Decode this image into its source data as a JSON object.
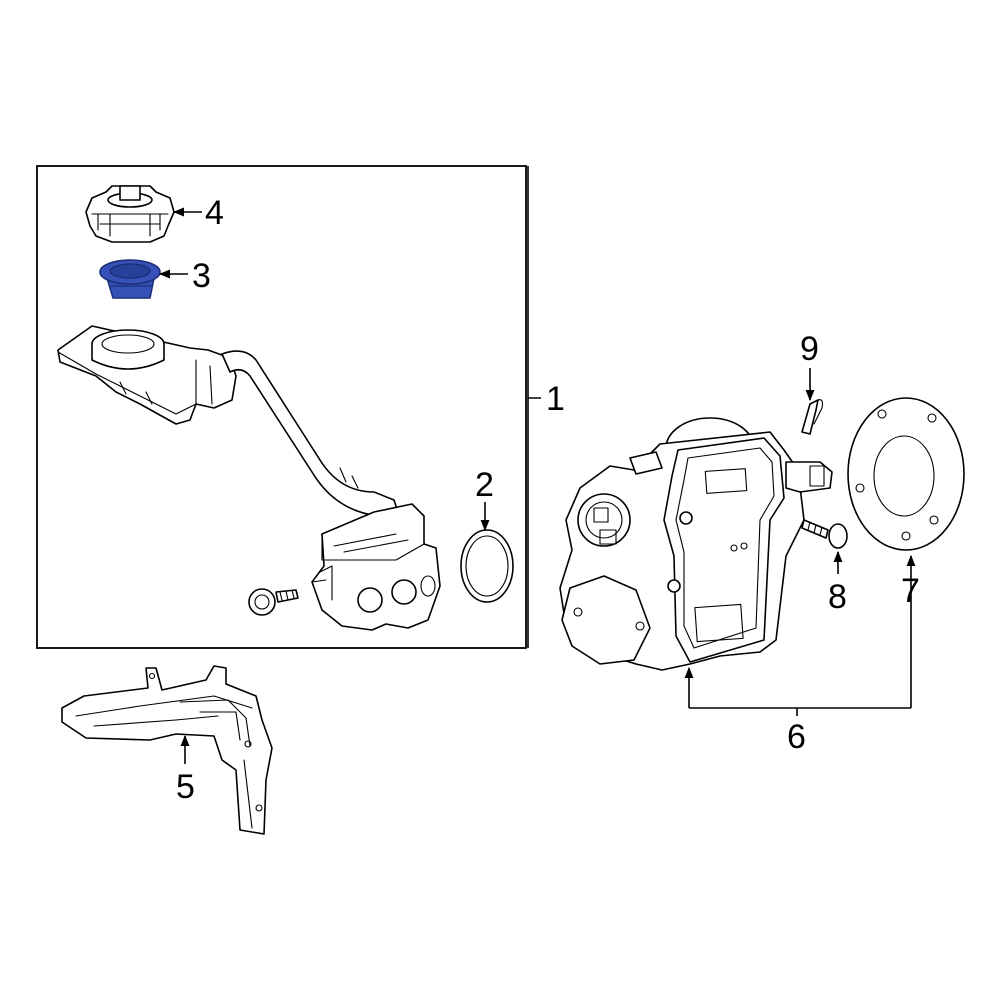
{
  "callouts": {
    "c1": "1",
    "c2": "2",
    "c3": "3",
    "c4": "4",
    "c5": "5",
    "c6": "6",
    "c7": "7",
    "c8": "8",
    "c9": "9"
  },
  "colors": {
    "highlight": "#3652b8",
    "highlight_dark": "#1e2f7a",
    "line": "#000000",
    "background": "#ffffff"
  },
  "highlighted_part": "3"
}
